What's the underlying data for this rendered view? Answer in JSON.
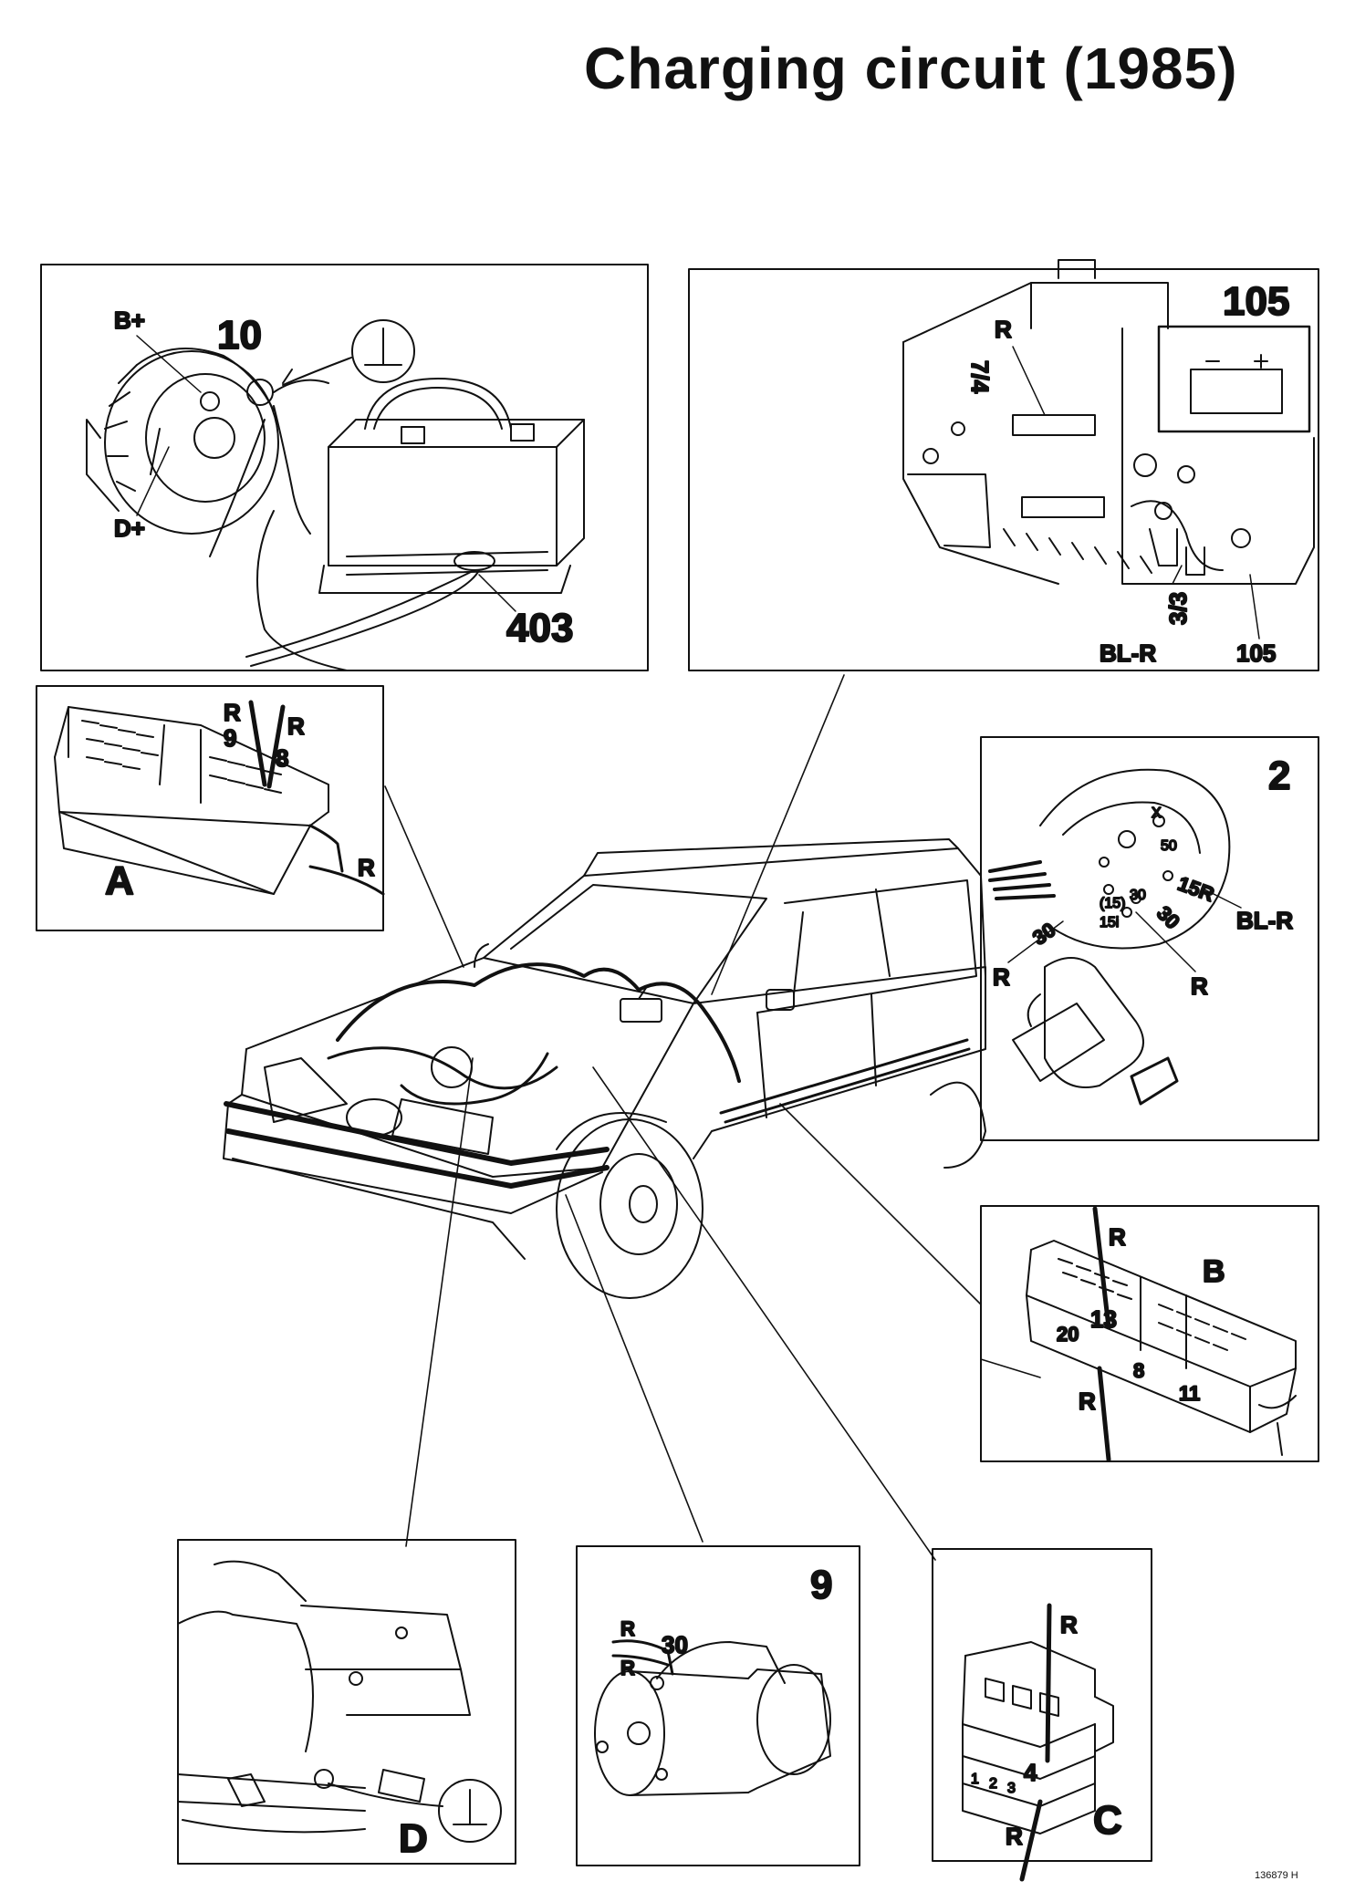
{
  "title": "Charging circuit (1985)",
  "panels": {
    "alternator": {
      "number": "10",
      "b_plus": "B+",
      "d_plus": "D+",
      "battery_ground": "403"
    },
    "fusebox": {
      "number": "105",
      "wire_r": "R",
      "pin_74": "7/4",
      "pin_33": "3/3",
      "wire_blr": "BL-R",
      "fuse_ref": "105",
      "batt_minus": "−",
      "batt_plus": "+"
    },
    "connector_a": {
      "letter": "A",
      "wire_r1": "R",
      "pin_9": "9",
      "wire_r2": "R",
      "pin_8": "8",
      "wire_r3": "R"
    },
    "ignition_switch": {
      "number": "2",
      "pin_15r": "15R",
      "wire_blr": "BL-R",
      "pin_30a": "30",
      "pin_30b": "30",
      "wire_r1": "R",
      "wire_r2": "R",
      "term_30": "30",
      "term_15": "(15)",
      "term_15i": "15i",
      "term_50": "50",
      "term_x": "X"
    },
    "connector_b": {
      "letter": "B",
      "wire_r_top": "R",
      "pin_13": "13",
      "pin_20": "20",
      "pin_8": "8",
      "pin_11": "11",
      "wire_r_bottom": "R"
    },
    "ground_d": {
      "letter": "D"
    },
    "starter": {
      "number": "9",
      "wire_r1": "R",
      "pin_30": "30",
      "wire_r2": "R"
    },
    "connector_c": {
      "letter": "C",
      "wire_r_top": "R",
      "pin_4": "4",
      "wire_r_bottom": "R",
      "pin_1": "1",
      "pin_2": "2",
      "pin_3": "3"
    }
  },
  "reference": "136879 H"
}
